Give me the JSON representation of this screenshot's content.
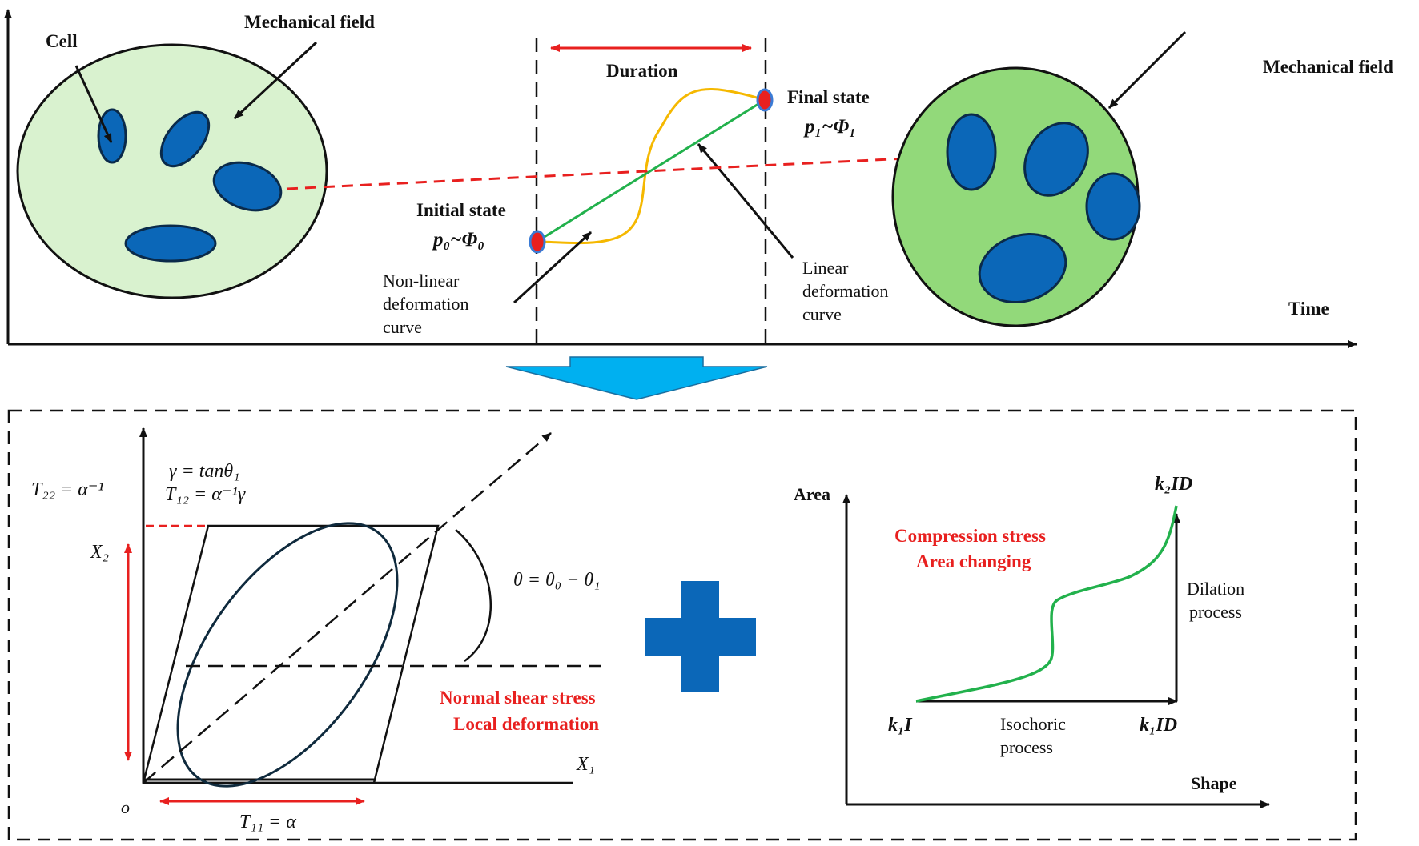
{
  "top": {
    "cell_label": "Cell",
    "field_label_left": "Mechanical field",
    "field_label_right": "Mechanical field",
    "duration_label": "Duration",
    "initial_state": {
      "title": "Initial state",
      "formula": "p₀~Φ₀"
    },
    "final_state": {
      "title": "Final state",
      "formula": "p₁~Φ₁"
    },
    "nonlinear_curve_label": [
      "Non-linear",
      "deformation",
      "curve"
    ],
    "linear_curve_label": [
      "Linear",
      "deformation",
      "curve"
    ],
    "time_axis_label": "Time"
  },
  "shear_panel": {
    "t22": "T₂₂ = α⁻¹",
    "gamma": "γ = tanθ₁",
    "t12": "T₁₂ = α⁻¹γ",
    "x2": "X₂",
    "x1": "X₁",
    "origin": "o",
    "t11": "T₁₁ = α",
    "theta": "θ = θ₀ − θ₁",
    "stress_title": "Normal shear stress",
    "stress_subtitle": "Local deformation"
  },
  "area_panel": {
    "y_axis": "Area",
    "x_axis": "Shape",
    "stress_title": "Compression stress",
    "stress_subtitle": "Area changing",
    "top_right": "k₂ID",
    "bottom_left": "k₁I",
    "bottom_right": "k₁ID",
    "dilation_label": [
      "Dilation",
      "process"
    ],
    "isochoric_label": [
      "Isochoric",
      "process"
    ]
  },
  "colors": {
    "field_light": "#d9f2cf",
    "field_dark": "#92d97a",
    "cell": "#0b67b8",
    "cell_outline": "#0a2a4a",
    "red": "#e8201f",
    "green_curve": "#22b14c",
    "yellow_curve": "#f5b800",
    "down_arrow": "#00b0f0",
    "plus": "#0b67b8"
  }
}
